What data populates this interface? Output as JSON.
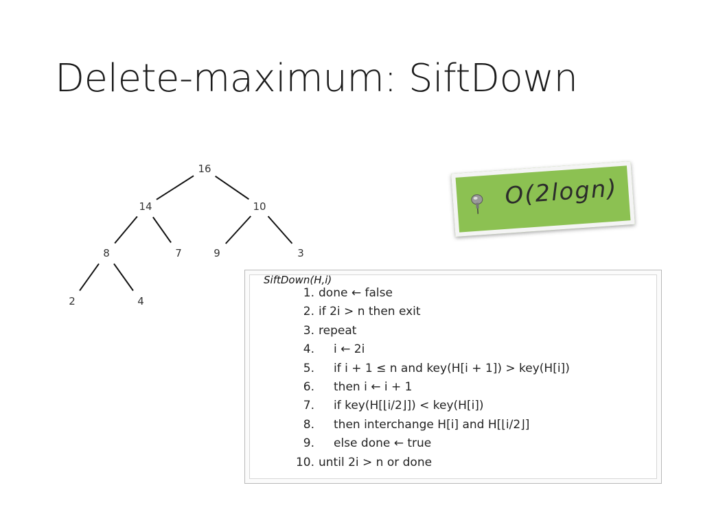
{
  "title": "Delete-maximum: SiftDown",
  "tree": {
    "nodes": [
      "16",
      "14",
      "10",
      "8",
      "7",
      "9",
      "3",
      "2",
      "4"
    ]
  },
  "complexity": {
    "text": "O(2logn)",
    "icon": "pushpin-icon",
    "color": "#8cc152"
  },
  "algorithm": {
    "name": "SiftDown(H,i)",
    "lines": [
      {
        "num": "1.",
        "text": "done ← false"
      },
      {
        "num": "2.",
        "text": "if 2i > n then exit"
      },
      {
        "num": "3.",
        "text": "repeat"
      },
      {
        "num": "4.",
        "text": "i ← 2i"
      },
      {
        "num": "5.",
        "text": "if i + 1 ≤ n and key(H[i + 1]) > key(H[i])"
      },
      {
        "num": "6.",
        "text": "then i ← i + 1"
      },
      {
        "num": "7.",
        "text": "if key(H[⌊i/2⌋]) < key(H[i])"
      },
      {
        "num": "8.",
        "text": "then interchange H[i] and H[⌊i/2⌋]"
      },
      {
        "num": "9.",
        "text": "else done ← true"
      },
      {
        "num": "10.",
        "text": "until 2i > n or done"
      }
    ]
  }
}
